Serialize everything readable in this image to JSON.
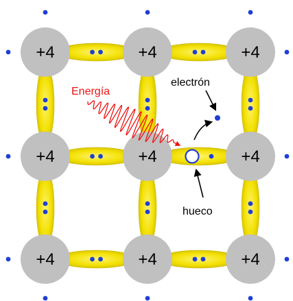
{
  "colors": {
    "atom": "#c0c0c0",
    "bond": "#f2e000",
    "bond_edge": "#c8b400",
    "electron": "#1f3fd6",
    "energy": "#ee1111",
    "arrow": "#000000",
    "hole_stroke": "#1f3fd6",
    "hole_fill": "#ffffff"
  },
  "atoms": {
    "label": "+4",
    "rows": 3,
    "cols": 3
  },
  "labels": {
    "energy": "Energía",
    "electron": "electrón",
    "hole": "hueco"
  }
}
